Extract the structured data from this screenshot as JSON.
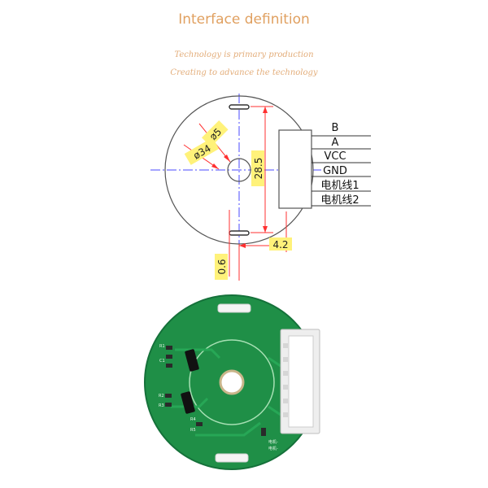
{
  "header": {
    "title": "Interface definition",
    "tagline_1": "Technology is primary production",
    "tagline_2": "Creating to advance the technology"
  },
  "drawing": {
    "dim_hole_diameter": "ø5",
    "dim_board_diameter": "ø34",
    "dim_slot_spacing": "28.5",
    "dim_slot_offset": "4.2",
    "dim_slot_width": "0.6",
    "pins": [
      "B",
      "A",
      "VCC",
      "GND",
      "电机线1",
      "电机线2"
    ]
  },
  "photo": {
    "silkscreen_labels": [
      "R1",
      "C1",
      "R2",
      "R3",
      "R4",
      "R5",
      "电机-",
      "电机-"
    ]
  },
  "colors": {
    "title": "#e0a060",
    "tagline": "#e3ad7a",
    "outline": "#555555",
    "centerline": "#4a4aff",
    "dimension": "#ff3030",
    "dim_text_bg": "#fff27a",
    "pcb": "#1f8f47",
    "connector": "#eeeeee"
  }
}
